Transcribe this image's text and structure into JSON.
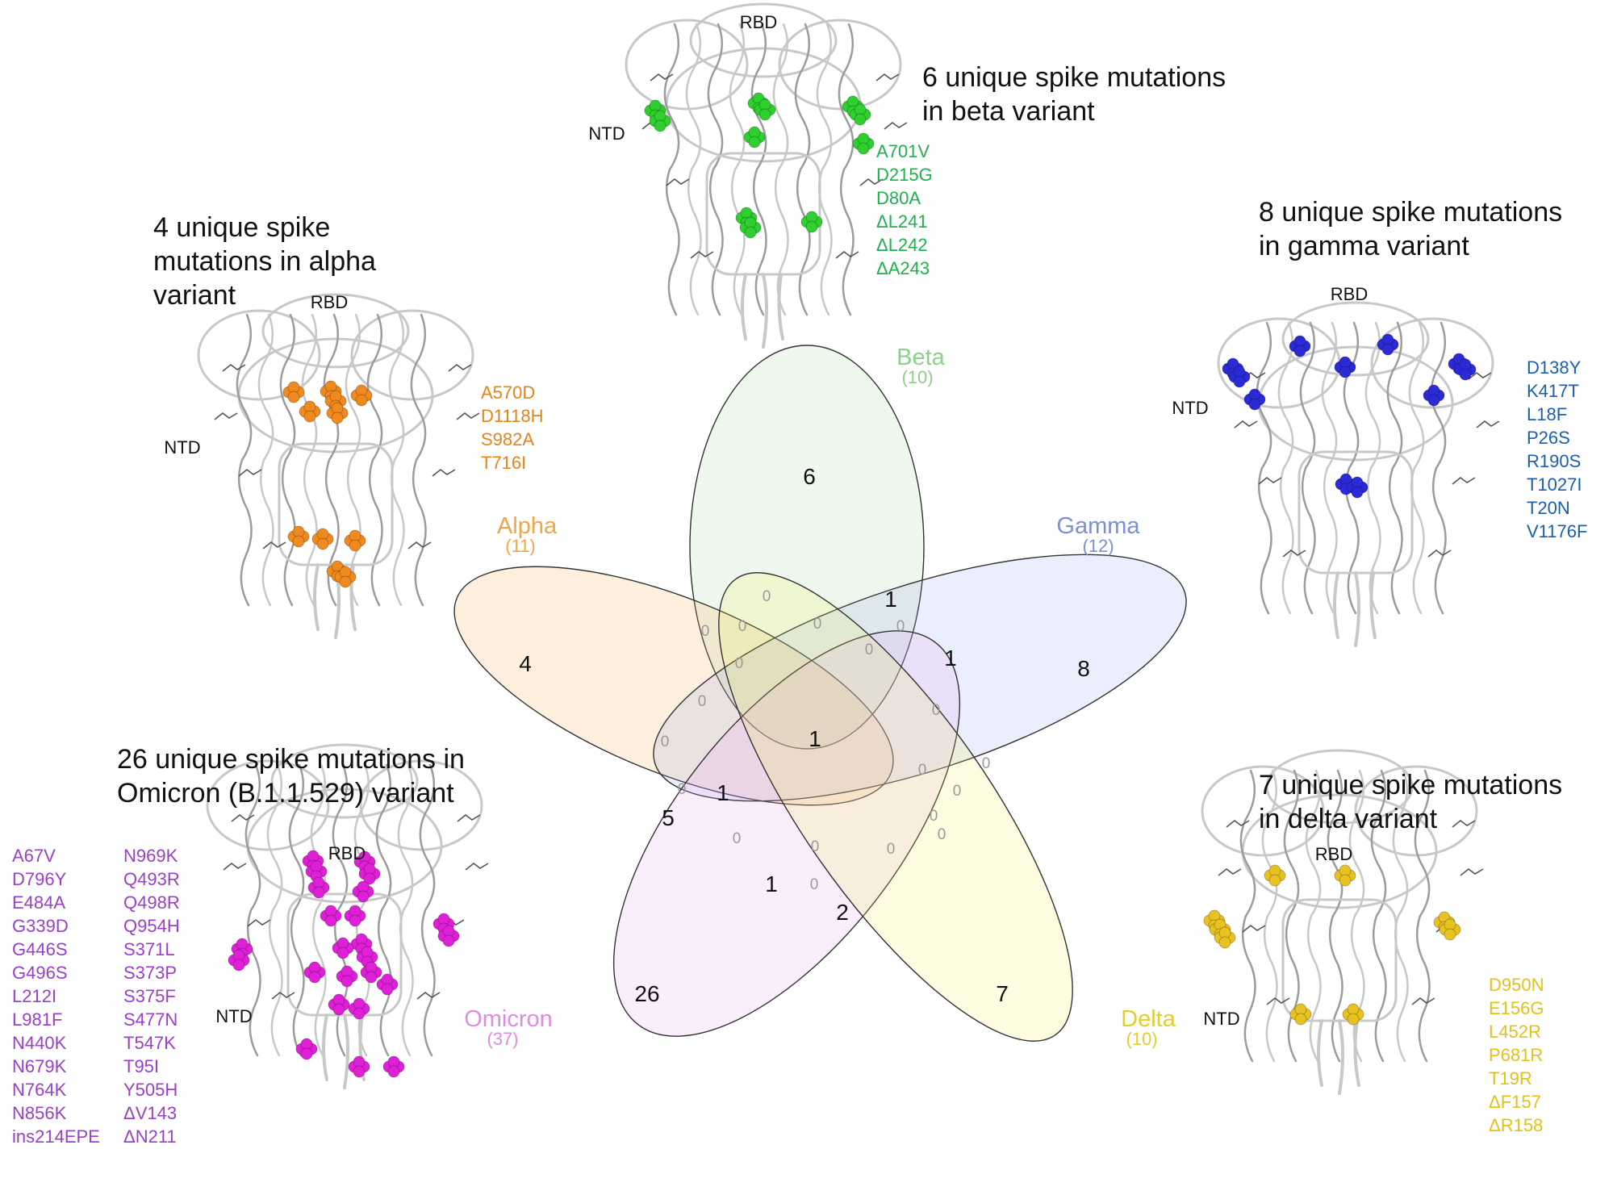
{
  "colors": {
    "alpha": "#e8821a",
    "beta": "#1fb050",
    "gamma": "#1a5fb4",
    "delta": "#e1c21b",
    "omicron": "#9b3fc9",
    "alpha_label": "#efa54a",
    "beta_label": "#8fcf8a",
    "gamma_label": "#7c8ed6",
    "delta_label": "#e3cd2b",
    "omicron_label": "#df8be0",
    "alpha_fill": "#f7a64b",
    "beta_fill": "#9fd79a",
    "gamma_fill": "#8fa3ee",
    "delta_fill": "#f6f05a",
    "omicron_fill": "#e7a0ee"
  },
  "panels": {
    "beta": {
      "title_lines": [
        "6 unique spike mutations",
        "in beta variant"
      ],
      "rbd": "RBD",
      "ntd": "NTD",
      "mutations": [
        "A701V",
        "D215G",
        "D80A",
        "ΔL241",
        "ΔL242",
        "ΔA243"
      ],
      "sphere_color": "#2fcf2f"
    },
    "alpha": {
      "title_lines": [
        "4 unique spike",
        "mutations in alpha",
        "variant"
      ],
      "rbd": "RBD",
      "ntd": "NTD",
      "mutations": [
        "A570D",
        "D1118H",
        "S982A",
        "T716I"
      ],
      "sphere_color": "#f08a1e"
    },
    "gamma": {
      "title_lines": [
        "8 unique spike mutations",
        "in gamma variant"
      ],
      "rbd": "RBD",
      "ntd": "NTD",
      "mutations": [
        "D138Y",
        "K417T",
        "L18F",
        "P26S",
        "R190S",
        "T1027I",
        "T20N",
        "V1176F"
      ],
      "sphere_color": "#2a2ad6"
    },
    "omicron": {
      "title_lines": [
        "26 unique spike mutations in",
        "Omicron (B.1.1.529) variant"
      ],
      "rbd": "RBD",
      "ntd": "NTD",
      "mutations_col1": [
        "A67V",
        "D796Y",
        "E484A",
        "G339D",
        "G446S",
        "G496S",
        "L212I",
        "L981F",
        "N440K",
        "N679K",
        "N764K",
        "N856K",
        "ins214EPE"
      ],
      "mutations_col2": [
        "N969K",
        "Q493R",
        "Q498R",
        "Q954H",
        "S371L",
        "S373P",
        "S375F",
        "S477N",
        "T547K",
        "T95I",
        "Y505H",
        "ΔV143",
        "ΔN211"
      ],
      "sphere_color": "#e020d8"
    },
    "delta": {
      "title_lines": [
        "7 unique spike mutations",
        "in delta variant"
      ],
      "rbd": "RBD",
      "ntd": "NTD",
      "mutations": [
        "D950N",
        "E156G",
        "L452R",
        "P681R",
        "T19R",
        "ΔF157",
        "ΔR158"
      ],
      "sphere_color": "#e8c220"
    }
  },
  "venn": {
    "sets": [
      {
        "key": "beta",
        "name": "Beta",
        "count": "(10)"
      },
      {
        "key": "alpha",
        "name": "Alpha",
        "count": "(11)"
      },
      {
        "key": "gamma",
        "name": "Gamma",
        "count": "(12)"
      },
      {
        "key": "omicron",
        "name": "Omicron",
        "count": "(37)"
      },
      {
        "key": "delta",
        "name": "Delta",
        "count": "(10)"
      }
    ],
    "unique_counts": {
      "beta": "6",
      "alpha": "4",
      "gamma": "8",
      "omicron": "26",
      "delta": "7"
    },
    "center": "1",
    "overlap_nonzero": [
      "1",
      "1",
      "1",
      "5",
      "1",
      "2"
    ],
    "overlap_zeros": [
      "0",
      "0",
      "0",
      "0",
      "0",
      "0",
      "0",
      "0",
      "0",
      "0",
      "0",
      "0",
      "0",
      "0",
      "0",
      "0",
      "0",
      "0",
      "0",
      "0"
    ]
  }
}
